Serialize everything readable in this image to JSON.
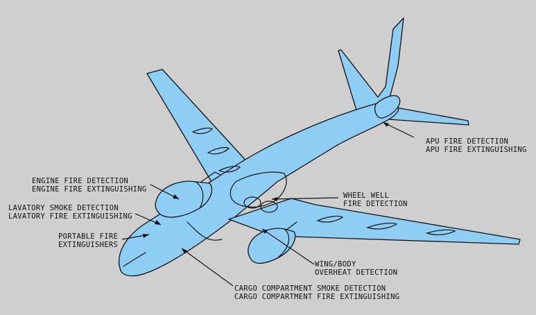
{
  "colors": {
    "background": "#cfcfcf",
    "aircraft_fill": "#8ecdf4",
    "outline": "#111111"
  },
  "labels": {
    "apu": [
      "APU FIRE DETECTION",
      "APU FIRE EXTINGUISHING"
    ],
    "engine": [
      "ENGINE FIRE DETECTION",
      "ENGINE FIRE EXTINGUISHING"
    ],
    "wheel_well": [
      "WHEEL WELL",
      "FIRE DETECTION"
    ],
    "lavatory": [
      "LAVATORY SMOKE DETECTION",
      "LAVATORY FIRE EXTINGUISHING"
    ],
    "portable": [
      "PORTABLE FIRE",
      "EXTINGUISHERS"
    ],
    "wing_body": [
      "WING/BODY",
      "OVERHEAT DETECTION"
    ],
    "cargo": [
      "CARGO COMPARTMENT SMOKE DETECTION",
      "CARGO COMPARTMENT FIRE EXTINGUISHING"
    ]
  }
}
